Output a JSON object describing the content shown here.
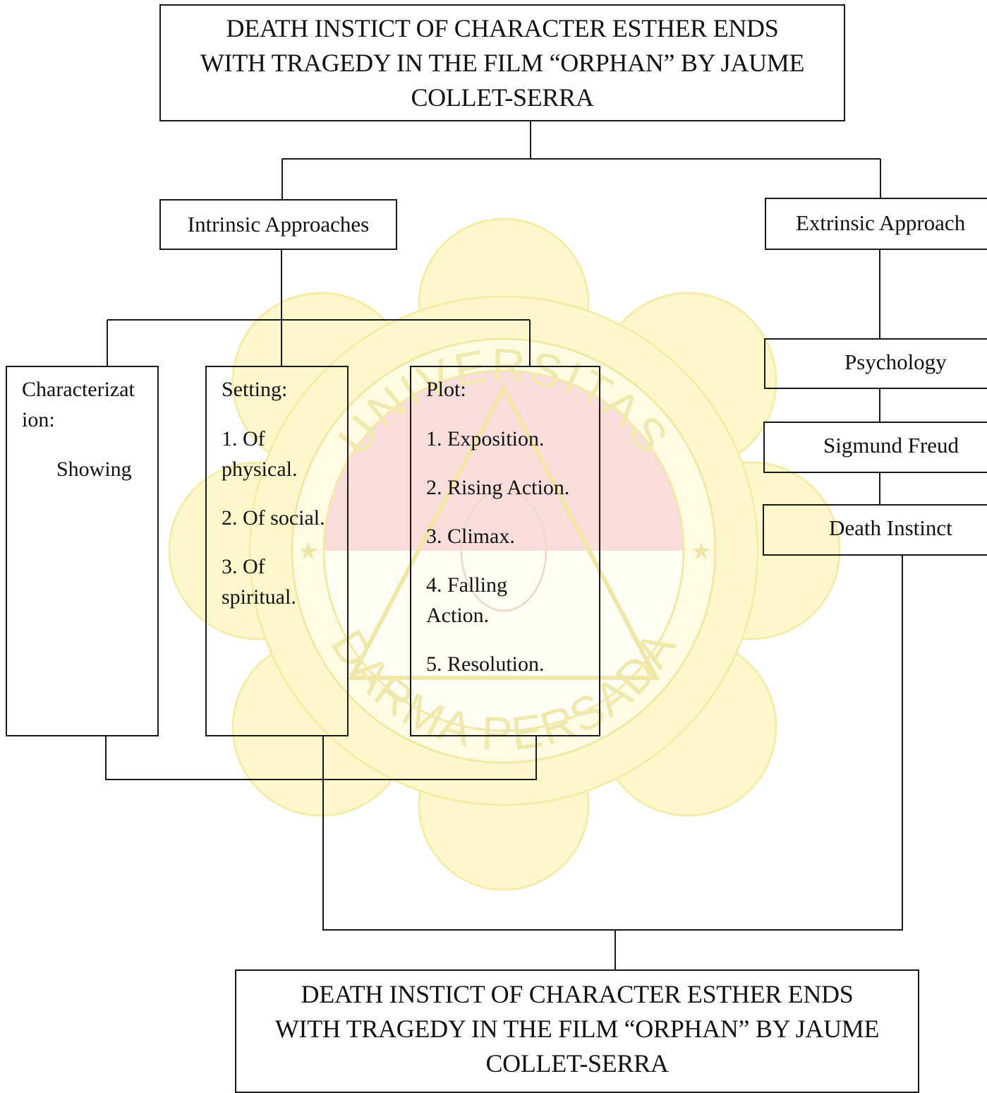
{
  "watermark": {
    "text_top": "UNIVERSITAS",
    "text_bottom": "DARMA PERSADA",
    "colors": {
      "petal": "#fdf6c3",
      "red": "#f8d6d6",
      "text": "#f3ecb4"
    }
  },
  "top_title": {
    "lines": [
      "DEATH INSTICT OF CHARACTER ESTHER ENDS",
      "WITH TRAGEDY IN THE FILM “ORPHAN” BY JAUME",
      "COLLET-SERRA"
    ]
  },
  "intrinsic": {
    "label": "Intrinsic Approaches"
  },
  "extrinsic": {
    "label": "Extrinsic Approach"
  },
  "characterization": {
    "title_lines": [
      "Characterizat",
      "ion:"
    ],
    "item": "Showing"
  },
  "setting": {
    "title": "Setting:",
    "items": [
      {
        "lines": [
          "1. Of",
          "physical."
        ]
      },
      {
        "lines": [
          "2. Of social."
        ]
      },
      {
        "lines": [
          "3. Of",
          "spiritual."
        ]
      }
    ]
  },
  "plot": {
    "title": "Plot:",
    "items": [
      {
        "lines": [
          "1. Exposition."
        ]
      },
      {
        "lines": [
          "2. Rising Action."
        ]
      },
      {
        "lines": [
          "3. Climax."
        ]
      },
      {
        "lines": [
          "4. Falling",
          "Action."
        ]
      },
      {
        "lines": [
          "5. Resolution."
        ]
      }
    ]
  },
  "psychology": {
    "label": "Psychology"
  },
  "freud": {
    "label": "Sigmund Freud"
  },
  "death_instinct": {
    "label": "Death Instinct"
  },
  "bottom_title": {
    "lines": [
      "DEATH INSTICT OF CHARACTER ESTHER ENDS",
      "WITH TRAGEDY IN THE FILM “ORPHAN” BY JAUME",
      "COLLET-SERRA"
    ]
  }
}
